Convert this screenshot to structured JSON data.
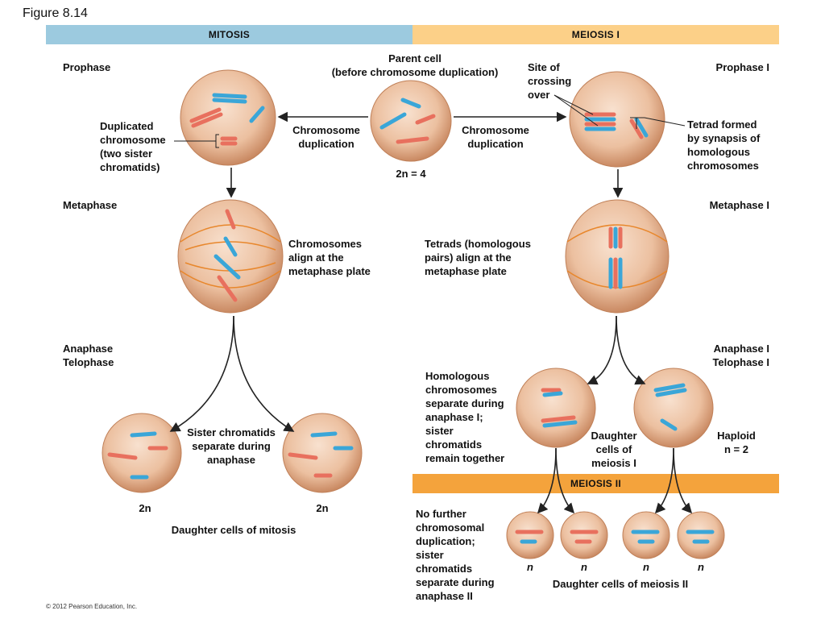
{
  "figure_label": "Figure 8.14",
  "bars": {
    "mitosis": "MITOSIS",
    "meiosis1": "MEIOSIS I",
    "meiosis2": "MEIOSIS II"
  },
  "colors": {
    "mitosis_bar": "#9ccadf",
    "meiosis1_bar": "#fcd088",
    "meiosis2_bar": "#f4a33c",
    "cell_fill": "#dca27e",
    "chrom_red": "#e8705e",
    "chrom_blue": "#3aa6d8",
    "spindle": "#e8872c"
  },
  "parent": {
    "title": "Parent cell",
    "subtitle": "(before chromosome duplication)",
    "ploidy": "2n = 4"
  },
  "arrows": {
    "left": [
      "Chromosome",
      "duplication"
    ],
    "right": [
      "Chromosome",
      "duplication"
    ]
  },
  "mitosis": {
    "prophase": "Prophase",
    "duplicated": [
      "Duplicated",
      "chromosome",
      "(two sister",
      "chromatids)"
    ],
    "metaphase": "Metaphase",
    "align": [
      "Chromosomes",
      "align at the",
      "metaphase plate"
    ],
    "anaphase": [
      "Anaphase",
      "Telophase"
    ],
    "sister_sep": [
      "Sister chromatids",
      "separate during",
      "anaphase"
    ],
    "n_left": "2n",
    "n_right": "2n",
    "daughters": "Daughter cells of mitosis"
  },
  "meiosis": {
    "prophase": "Prophase I",
    "site": [
      "Site of",
      "crossing",
      "over"
    ],
    "tetrad": [
      "Tetrad formed",
      "by synapsis of",
      "homologous",
      "chromosomes"
    ],
    "metaphase": "Metaphase I",
    "tetrads_align": [
      "Tetrads (homologous",
      "pairs) align at the",
      "metaphase plate"
    ],
    "anaphase": [
      "Anaphase I",
      "Telophase I"
    ],
    "homologous": [
      "Homologous",
      "chromosomes",
      "separate during",
      "anaphase I;",
      "sister",
      "chromatids",
      "remain together"
    ],
    "daughter1": [
      "Daughter",
      "cells of",
      "meiosis I"
    ],
    "haploid": [
      "Haploid",
      "n = 2"
    ],
    "no_further": [
      "No further",
      "chromosomal",
      "duplication;",
      "sister",
      "chromatids",
      "separate during",
      "anaphase II"
    ],
    "n_labels": [
      "n",
      "n",
      "n",
      "n"
    ],
    "daughters2": "Daughter cells of meiosis II"
  },
  "copyright": "© 2012 Pearson Education, Inc."
}
